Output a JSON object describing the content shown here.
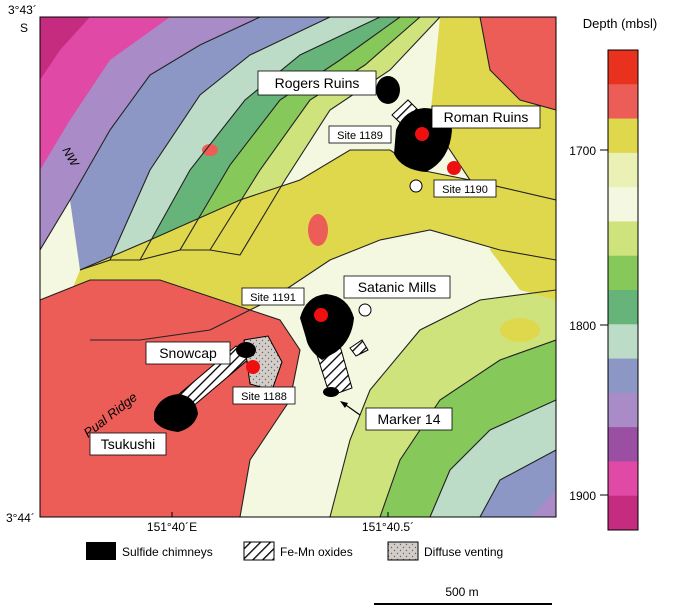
{
  "map": {
    "corner_top": "3°43´",
    "corner_top_hemi": "S",
    "corner_bottom": "3°44´",
    "lon_left": "151°40´E",
    "lon_right": "151°40.5´",
    "ridge_label": "Pual Ridge",
    "nw_label": "NW",
    "features": {
      "rogers_ruins": "Rogers Ruins",
      "roman_ruins": "Roman Ruins",
      "satanic_mills": "Satanic Mills",
      "snowcap": "Snowcap",
      "tsukushi": "Tsukushi",
      "marker14": "Marker 14"
    },
    "sites": {
      "s1189": "Site 1189",
      "s1190": "Site 1190",
      "s1191": "Site 1191",
      "s1188": "Site 1188"
    }
  },
  "legend": {
    "sulfide": "Sulfide chimneys",
    "femn": "Fe-Mn oxides",
    "diffuse": "Diffuse venting"
  },
  "scale_bar": {
    "label": "500 m"
  },
  "colorbar": {
    "title": "Depth (mbsl)",
    "ticks": [
      "1700",
      "1800",
      "1900"
    ],
    "colors": [
      "#e8321e",
      "#ec5d58",
      "#dfd84c",
      "#ebf0b4",
      "#f4f8e0",
      "#cfe37d",
      "#86c85a",
      "#67b47a",
      "#bcdcc8",
      "#8c97c6",
      "#a98bc7",
      "#9a4fa3",
      "#e04aa6",
      "#c52c7f"
    ],
    "marker_color": "#ee1010"
  }
}
